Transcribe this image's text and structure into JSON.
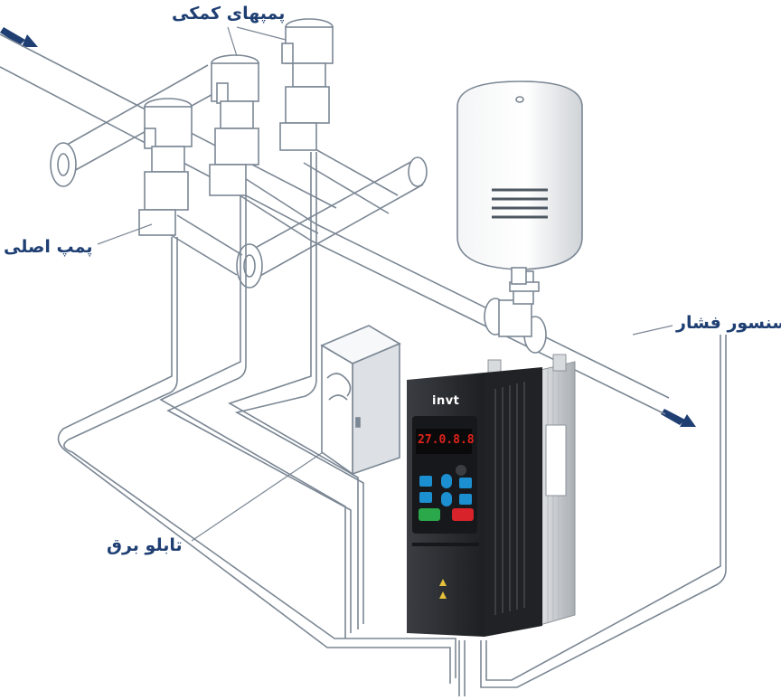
{
  "labels": {
    "aux_pumps": "پمپهای کمکی",
    "main_pump": "پمپ اصلی",
    "pressure_sensor": "سنسور فشار",
    "electric_panel": "تابلو برق"
  },
  "vfd": {
    "brand": "invt",
    "display_value": "27.0.8.8"
  },
  "colors": {
    "label_text": "#1f3f73",
    "line_art": "#7b8794",
    "flow_arrow": "#1f3f73",
    "display_red": "#e0231b",
    "key_blue": "#1c8fd1",
    "key_green": "#2aa84a",
    "key_red": "#d8232a",
    "vfd_body": "#2b2d31"
  }
}
